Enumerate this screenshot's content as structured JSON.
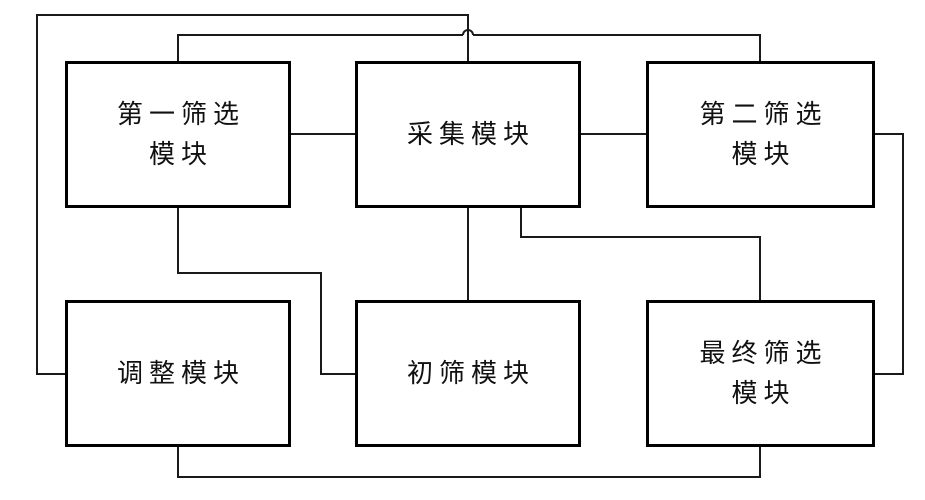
{
  "diagram": {
    "nodes": {
      "first_filter": {
        "label": "第一筛选\n模块"
      },
      "collect": {
        "label": "采集模块"
      },
      "second_filter": {
        "label": "第二筛选\n模块"
      },
      "adjust": {
        "label": "调整模块"
      },
      "initial_filter": {
        "label": "初筛模块"
      },
      "final_filter": {
        "label": "最终筛选\n模块"
      }
    },
    "edges": [
      {
        "from": "first_filter",
        "to": "collect"
      },
      {
        "from": "collect",
        "to": "second_filter"
      },
      {
        "from": "collect",
        "to": "initial_filter"
      },
      {
        "from": "collect",
        "to": "final_filter"
      },
      {
        "from": "first_filter",
        "to": "initial_filter"
      },
      {
        "from": "first_filter",
        "to": "second_filter"
      },
      {
        "from": "adjust",
        "to": "collect"
      },
      {
        "from": "second_filter",
        "to": "final_filter"
      },
      {
        "from": "adjust",
        "to": "final_filter"
      }
    ],
    "line_color": "#1a1a1a"
  }
}
